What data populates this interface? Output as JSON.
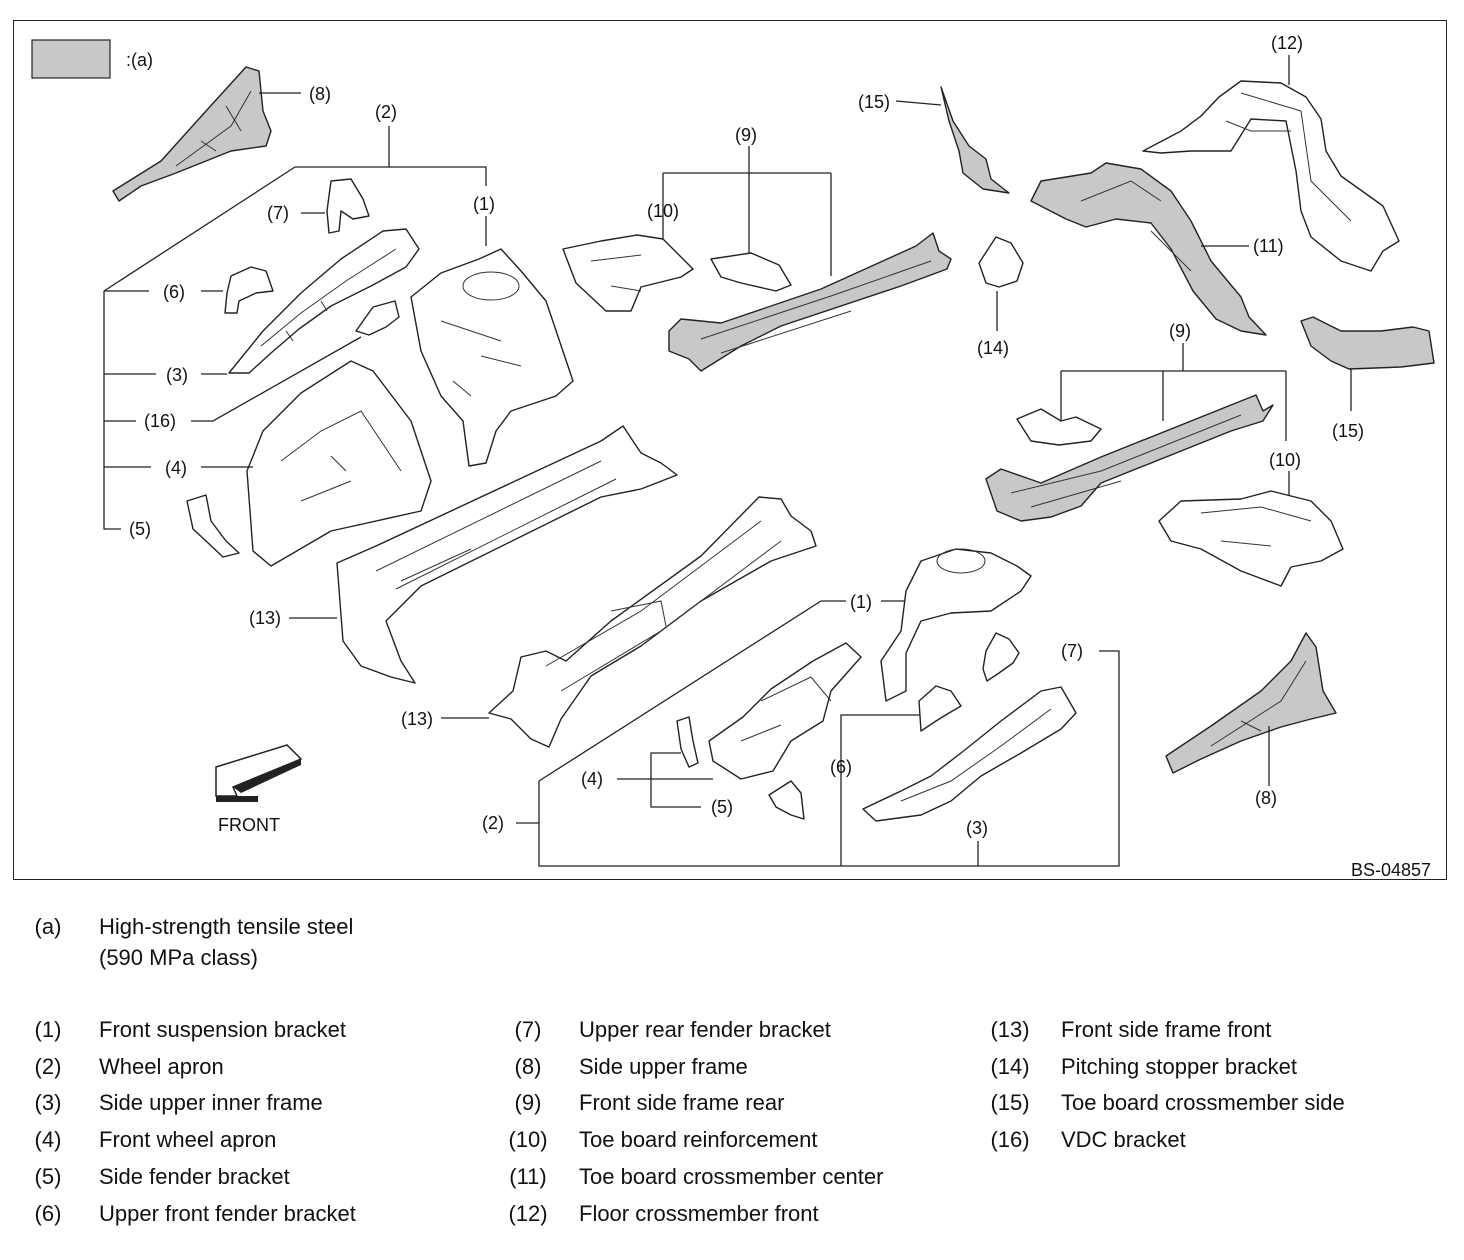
{
  "figure": {
    "legend_key_label": ":(a)",
    "figure_code": "BS-04857",
    "front_label": "FRONT",
    "callouts": [
      "(1)",
      "(2)",
      "(3)",
      "(4)",
      "(5)",
      "(6)",
      "(7)",
      "(8)",
      "(9)",
      "(10)",
      "(11)",
      "(12)",
      "(13)",
      "(14)",
      "(15)",
      "(16)"
    ],
    "colors": {
      "high_strength": "#c8c8c8",
      "outline": "#222222",
      "background": "#ffffff"
    }
  },
  "legend": {
    "a": {
      "num": "(a)",
      "line1": "High-strength tensile steel",
      "line2": "(590 MPa class)"
    },
    "parts": [
      {
        "num": "(1)",
        "name": "Front suspension bracket"
      },
      {
        "num": "(2)",
        "name": "Wheel apron"
      },
      {
        "num": "(3)",
        "name": "Side upper inner frame"
      },
      {
        "num": "(4)",
        "name": "Front wheel  apron"
      },
      {
        "num": "(5)",
        "name": "Side fender bracket"
      },
      {
        "num": "(6)",
        "name": "Upper front fender bracket"
      },
      {
        "num": "(7)",
        "name": "Upper rear fender bracket"
      },
      {
        "num": "(8)",
        "name": "Side upper frame"
      },
      {
        "num": "(9)",
        "name": "Front side frame rear"
      },
      {
        "num": "(10)",
        "name": "Toe board reinforcement"
      },
      {
        "num": "(11)",
        "name": "Toe board crossmember center"
      },
      {
        "num": "(12)",
        "name": "Floor crossmember front"
      },
      {
        "num": "(13)",
        "name": "Front side frame front"
      },
      {
        "num": "(14)",
        "name": "Pitching stopper bracket"
      },
      {
        "num": "(15)",
        "name": "Toe board crossmember side"
      },
      {
        "num": "(16)",
        "name": "VDC bracket"
      }
    ]
  }
}
